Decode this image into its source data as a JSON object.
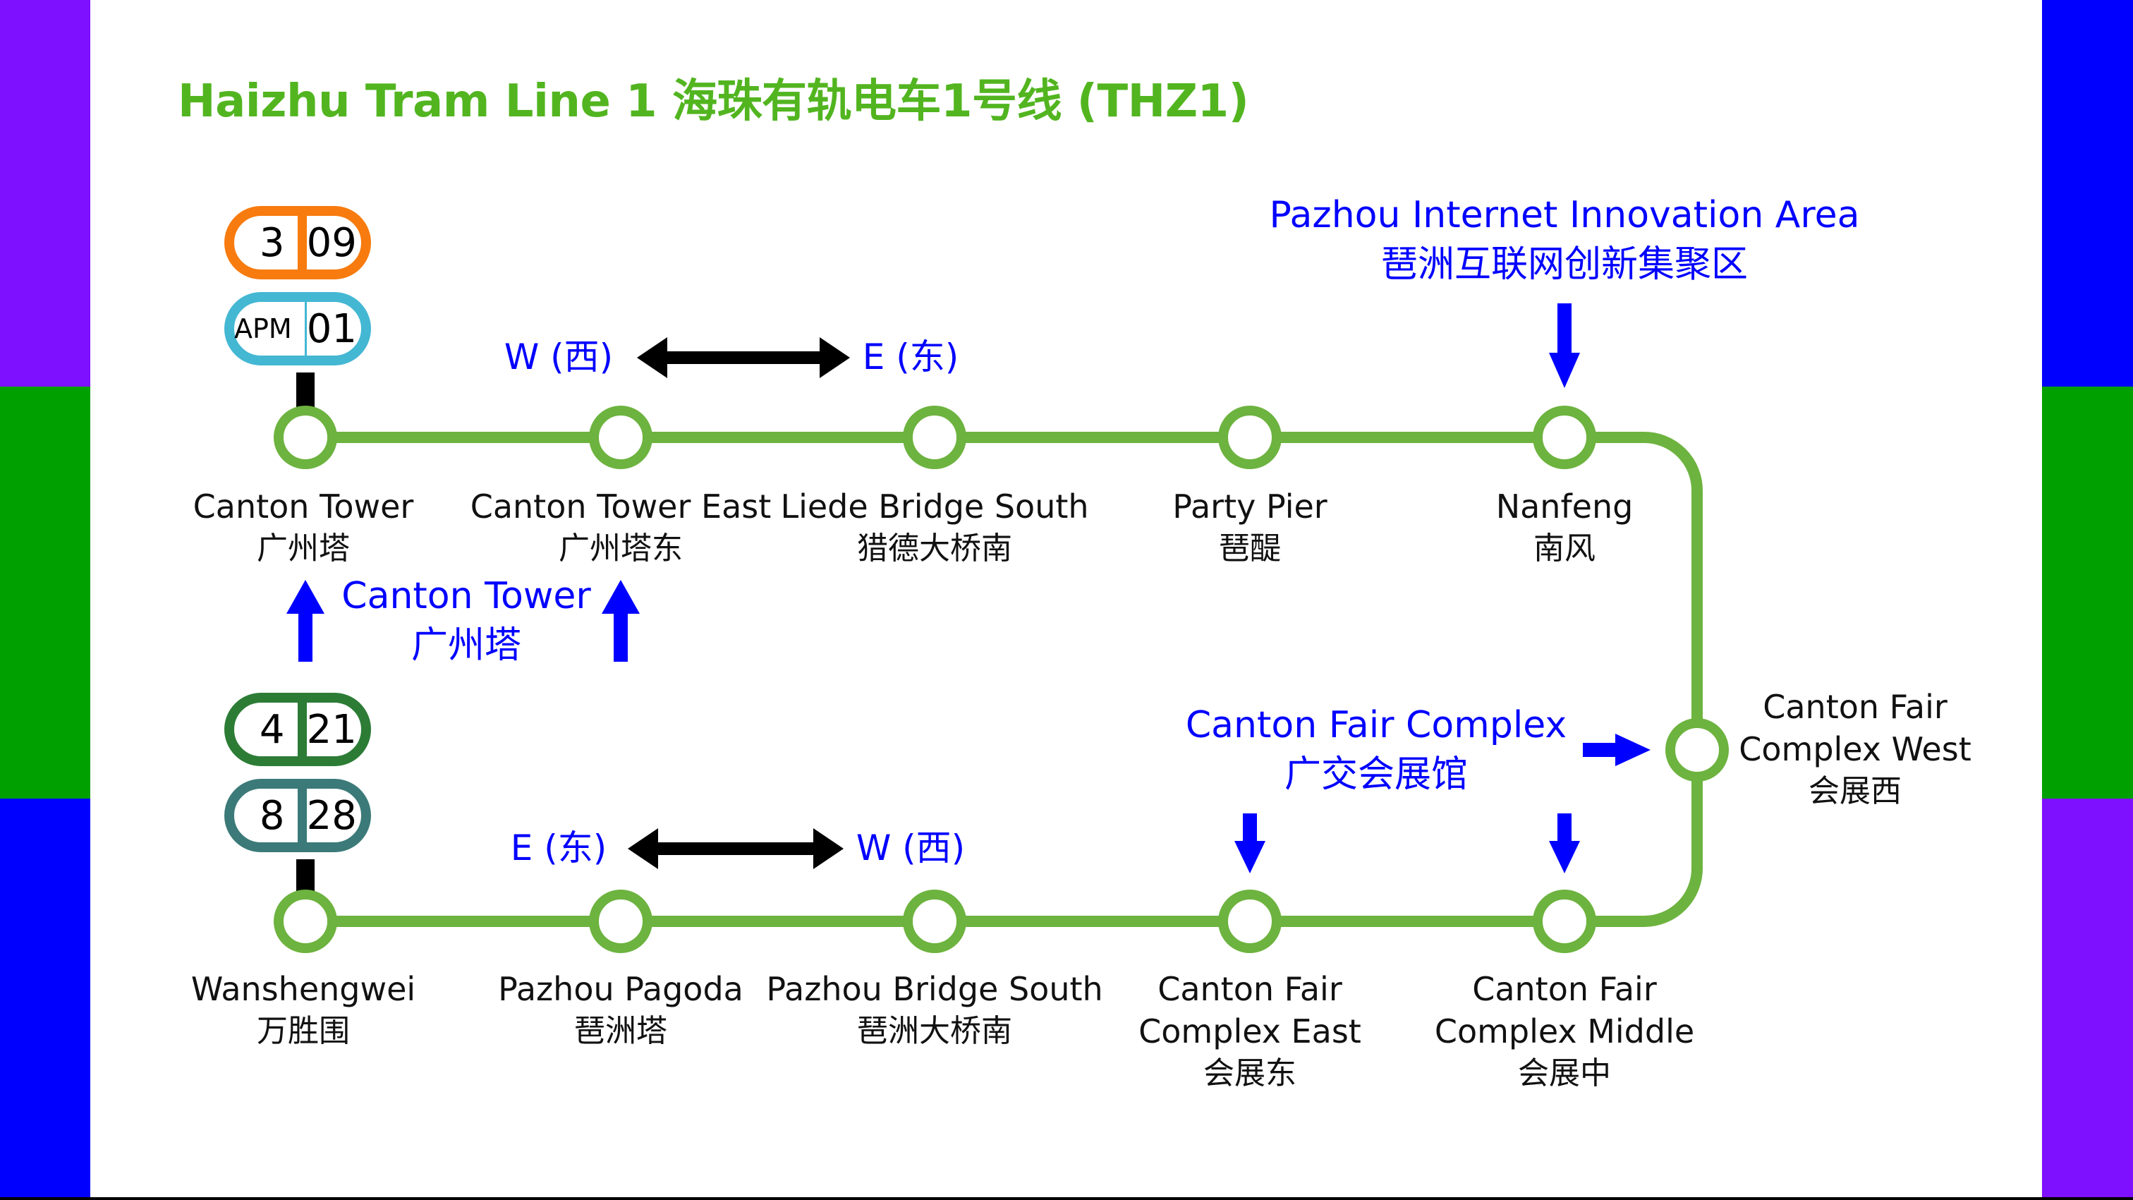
{
  "title": "Haizhu Tram Line 1 海珠有轨电车1号线 (THZ1)",
  "colors": {
    "line": "#6DB33F",
    "title": "#52B520",
    "annotation": "#0000FF",
    "sidebar_purple": "#7F0FFF",
    "sidebar_green": "#00A000",
    "sidebar_blue": "#0000FF",
    "line_3": "#F77B0E",
    "line_apm": "#44B7D3",
    "line_4": "#2C7C35",
    "line_8": "#3B7A78"
  },
  "transfers": {
    "canton_tower": [
      {
        "line": "3",
        "station_code": "09",
        "color_key": "line_3"
      },
      {
        "line": "APM",
        "station_code": "01",
        "color_key": "line_apm"
      }
    ],
    "wanshengwei": [
      {
        "line": "4",
        "station_code": "21",
        "color_key": "line_4"
      },
      {
        "line": "8",
        "station_code": "28",
        "color_key": "line_8"
      }
    ]
  },
  "directions": {
    "upper": {
      "left": "W (西)",
      "right": "E (东)"
    },
    "lower": {
      "left": "E (东)",
      "right": "W (西)"
    }
  },
  "stations_upper": [
    {
      "en": "Canton Tower",
      "zh": "广州塔"
    },
    {
      "en": "Canton Tower East",
      "zh": "广州塔东"
    },
    {
      "en": "Liede Bridge South",
      "zh": "猎德大桥南"
    },
    {
      "en": "Party Pier",
      "zh": "琶醍"
    },
    {
      "en": "Nanfeng",
      "zh": "南风"
    }
  ],
  "station_turn": {
    "en_line1": "Canton Fair",
    "en_line2": "Complex West",
    "zh": "会展西"
  },
  "stations_lower": [
    {
      "en": "Wanshengwei",
      "zh": "万胜围"
    },
    {
      "en": "Pazhou Pagoda",
      "zh": "琶洲塔"
    },
    {
      "en": "Pazhou Bridge South",
      "zh": "琶洲大桥南"
    },
    {
      "en_line1": "Canton Fair",
      "en_line2": "Complex East",
      "zh": "会展东"
    },
    {
      "en_line1": "Canton Fair",
      "en_line2": "Complex Middle",
      "zh": "会展中"
    }
  ],
  "annotations": {
    "pazhou_area": {
      "en": "Pazhou Internet Innovation Area",
      "zh": "琶洲互联网创新集聚区"
    },
    "canton_tower": {
      "en": "Canton Tower",
      "zh": "广州塔"
    },
    "canton_fair": {
      "en": "Canton Fair Complex",
      "zh": "广交会展馆"
    }
  }
}
